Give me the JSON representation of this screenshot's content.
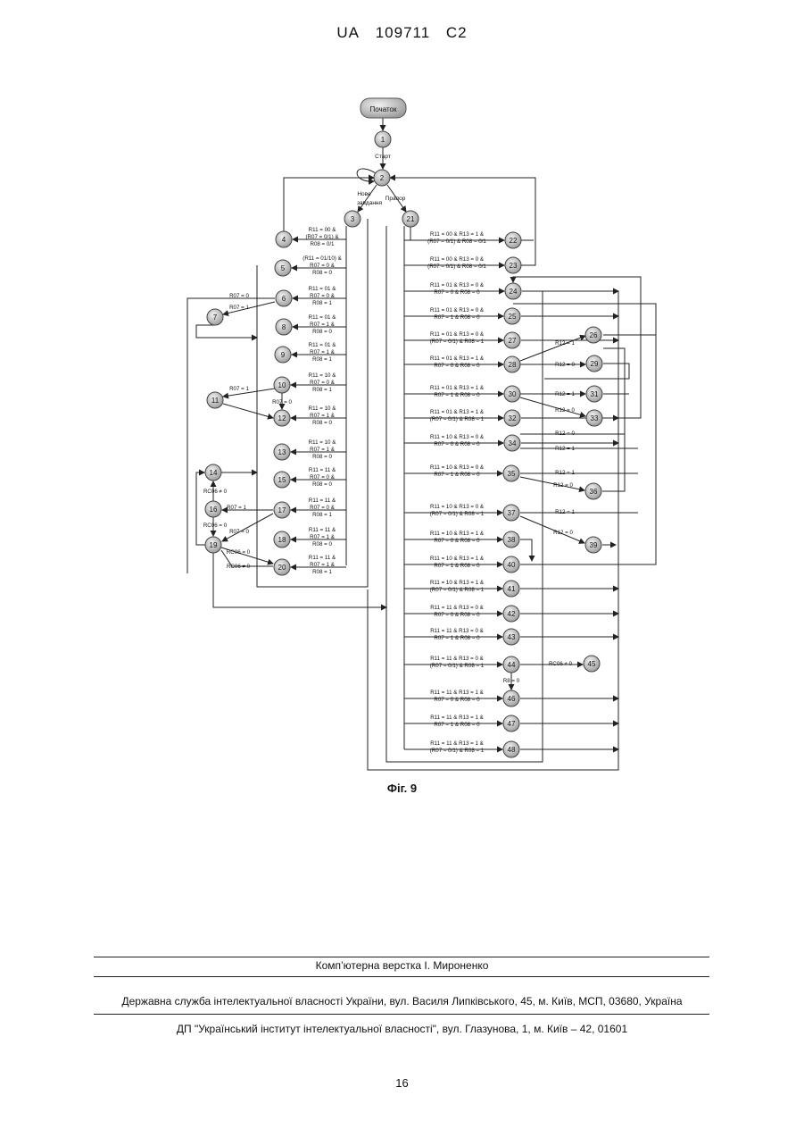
{
  "header": {
    "country": "UA",
    "number": "109711",
    "kind": "C2"
  },
  "diagram": {
    "start_label": "Початок",
    "start_node": "1",
    "edge_start": "Старт",
    "edge_new_task": "Нове завдання",
    "edge_flag": "Прапор",
    "nodes": [
      {
        "id": "2"
      },
      {
        "id": "3"
      },
      {
        "id": "4"
      },
      {
        "id": "5"
      },
      {
        "id": "6"
      },
      {
        "id": "7"
      },
      {
        "id": "8"
      },
      {
        "id": "9"
      },
      {
        "id": "10"
      },
      {
        "id": "11"
      },
      {
        "id": "12"
      },
      {
        "id": "13"
      },
      {
        "id": "14"
      },
      {
        "id": "15"
      },
      {
        "id": "16"
      },
      {
        "id": "17"
      },
      {
        "id": "18"
      },
      {
        "id": "19"
      },
      {
        "id": "20"
      },
      {
        "id": "21"
      },
      {
        "id": "22"
      },
      {
        "id": "23"
      },
      {
        "id": "24"
      },
      {
        "id": "25"
      },
      {
        "id": "26"
      },
      {
        "id": "27"
      },
      {
        "id": "28"
      },
      {
        "id": "29"
      },
      {
        "id": "30"
      },
      {
        "id": "31"
      },
      {
        "id": "32"
      },
      {
        "id": "33"
      },
      {
        "id": "34"
      },
      {
        "id": "35"
      },
      {
        "id": "36"
      },
      {
        "id": "37"
      },
      {
        "id": "38"
      },
      {
        "id": "39"
      },
      {
        "id": "40"
      },
      {
        "id": "41"
      },
      {
        "id": "42"
      },
      {
        "id": "43"
      },
      {
        "id": "44"
      },
      {
        "id": "45"
      },
      {
        "id": "46"
      },
      {
        "id": "47"
      },
      {
        "id": "48"
      }
    ],
    "left_conditions": [
      [
        "R11 = 00 &",
        "(R07 = 0/1) &",
        "R08 = 0/1"
      ],
      [
        "(R11 = 01/10) &",
        "R07 = 0 &",
        "R08 = 0"
      ],
      [
        "R11 = 01 &",
        "R07 = 0 &",
        "R08 = 1"
      ],
      [
        "R11 = 01 &",
        "R07 = 1 &",
        "R08 = 0"
      ],
      [
        "R11 = 01 &",
        "R07 = 1 &",
        "R08 = 1"
      ],
      [
        "R11 = 10 &",
        "R07 = 0 &",
        "R08 = 1"
      ],
      [
        "R11 = 10 &",
        "R07 = 1 &",
        "R08 = 0"
      ],
      [
        "R11 = 10 &",
        "R07 = 1 &",
        "R08 = 0"
      ],
      [
        "R11 = 11 &",
        "R07 = 0 &",
        "R08 = 0"
      ],
      [
        "R11 = 11 &",
        "R07 = 0 &",
        "R08 = 1"
      ],
      [
        "R11 = 11 &",
        "R07 = 1 &",
        "R08 = 0"
      ],
      [
        "R11 = 11 &",
        "R07 = 1 &",
        "R08 = 1"
      ]
    ],
    "right_conditions": [
      [
        "R11 = 00 & R13 = 1 &",
        "(R07 = 0/1) & R08 = 0/1"
      ],
      [
        "R11 = 00 & R13 = 0 &",
        "(R07 = 0/1) & R08 = 0/1"
      ],
      [
        "R11 = 01 & R13 = 0 &",
        "R07 = 0 & R08 = 0"
      ],
      [
        "R11 = 01 & R13 = 0 &",
        "R07 = 1 & R08 = 0"
      ],
      [
        "R11 = 01 & R13 = 0 &",
        "(R07 = 0/1) & R08 = 1"
      ],
      [
        "R11 = 01 & R13 = 1 &",
        "R07 = 0 & R08 = 0"
      ],
      [
        "R11 = 01 & R13 = 1 &",
        "R07 = 1 & R08 = 0"
      ],
      [
        "R11 = 01 & R13 = 1 &",
        "(R07 = 0/1) & R08 = 1"
      ],
      [
        "R11 = 10 & R13 = 0 &",
        "R07 = 0 & R08 = 0"
      ],
      [
        "R11 = 10 & R13 = 0 &",
        "R07 = 1 & R08 = 0"
      ],
      [
        "R11 = 10 & R13 = 0 &",
        "(R07 = 0/1) & R08 = 1"
      ],
      [
        "R11 = 10 & R13 = 1 &",
        "R07 = 0 & R08 = 0"
      ],
      [
        "R11 = 10 & R13 = 1 &",
        "R07 = 1 & R08 = 0"
      ],
      [
        "R11 = 10 & R13 = 1 &",
        "(R07 = 0/1) & R08 = 1"
      ],
      [
        "R11 = 11 & R13 = 0 &",
        "R07 = 0 & R08 = 0"
      ],
      [
        "R11 = 11 & R13 = 0 &",
        "R07 = 1 & R08 = 0"
      ],
      [
        "R11 = 11 & R13 = 0 &",
        "(R07 = 0/1) & R08 = 1"
      ],
      [
        "R11 = 11 & R13 = 1 &",
        "R07 = 0 & R08 = 0"
      ],
      [
        "R11 = 11 & R13 = 1 &",
        "R07 = 1 & R08 = 0"
      ],
      [
        "R11 = 11 & R13 = 1 &",
        "(R07 = 0/1) & R08 = 1"
      ]
    ],
    "edge_labels": {
      "r07_0": "R07 = 0",
      "r07_1": "R07 = 1",
      "rc06_ne0": "RC06 ≠ 0",
      "rc06_0": "RC06 = 0",
      "r12_1": "R12 = 1",
      "r12_0": "R12 = 0",
      "r8_0": "R8 = 0"
    }
  },
  "figure_caption": "Фіг. 9",
  "footer": {
    "credit": "Комп’ютерна верстка І. Мироненко",
    "line1": "Державна служба інтелектуальної власності України, вул. Василя Липківського, 45, м. Київ, МСП, 03680, Україна",
    "line2": "ДП \"Український інститут інтелектуальної власності\", вул. Глазунова, 1, м. Київ – 42, 01601"
  },
  "page_number": "16"
}
